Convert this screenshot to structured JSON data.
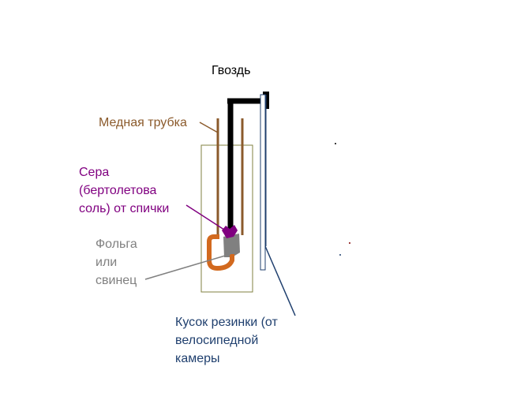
{
  "labels": {
    "nail": "Гвоздь",
    "copper_tube": "Медная трубка",
    "sulfur_lines": [
      "Сера",
      "(бертолетова",
      "соль) от спички"
    ],
    "foil_lines": [
      "Фольга",
      "или",
      "свинец"
    ],
    "rubber_lines": [
      "Кусок резинки (от",
      "велосипедной",
      "камеры"
    ]
  },
  "colors": {
    "nail": "#000000",
    "copper": "#8b5a2b",
    "copper_bright": "#d2691e",
    "sulfur": "#800080",
    "foil": "#808080",
    "rubber_label": "#1f3f6e",
    "tube_outline": "#808040"
  }
}
